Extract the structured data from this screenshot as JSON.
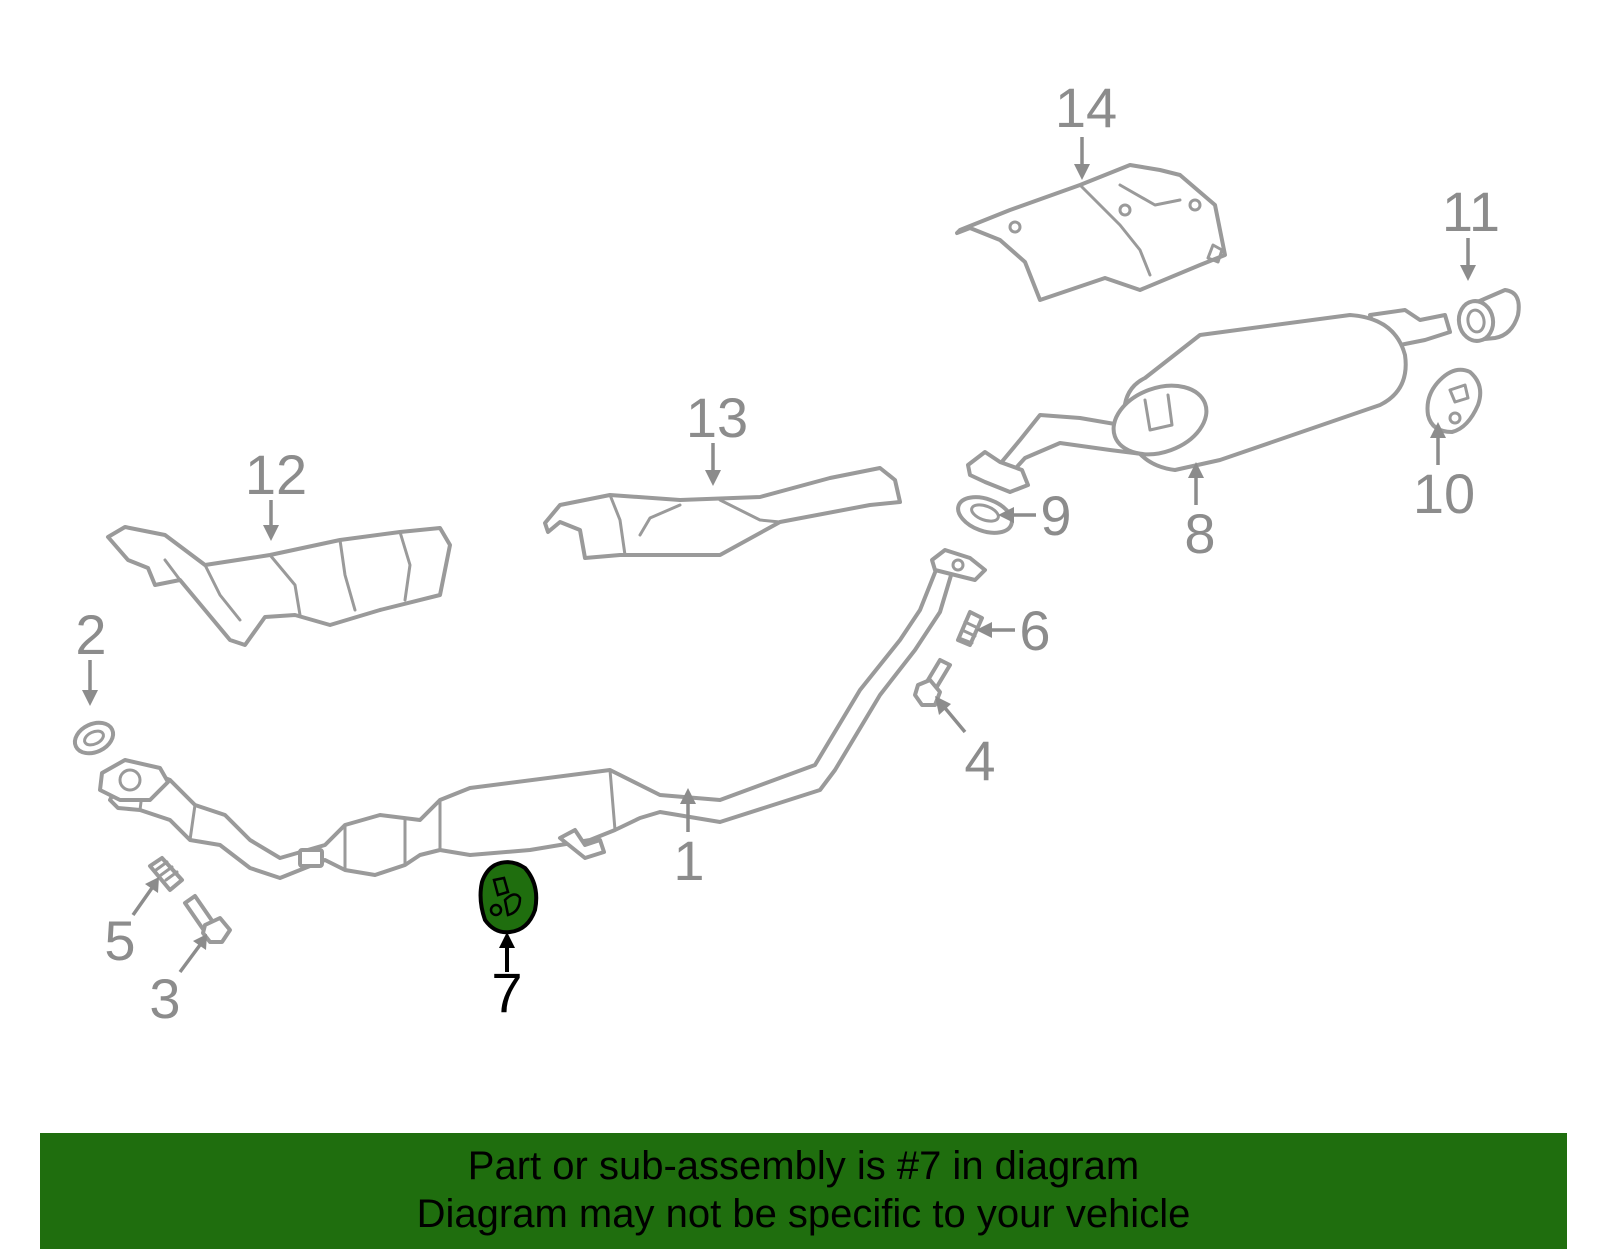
{
  "diagram": {
    "callouts": [
      {
        "number": "1",
        "part": "front exhaust pipe assembly"
      },
      {
        "number": "2",
        "part": "gasket"
      },
      {
        "number": "3",
        "part": "bolt"
      },
      {
        "number": "4",
        "part": "bolt"
      },
      {
        "number": "5",
        "part": "stud"
      },
      {
        "number": "6",
        "part": "stud"
      },
      {
        "number": "7",
        "part": "hanger"
      },
      {
        "number": "8",
        "part": "muffler"
      },
      {
        "number": "9",
        "part": "gasket"
      },
      {
        "number": "10",
        "part": "hanger"
      },
      {
        "number": "11",
        "part": "tail pipe tip"
      },
      {
        "number": "12",
        "part": "heat shield"
      },
      {
        "number": "13",
        "part": "heat shield"
      },
      {
        "number": "14",
        "part": "heat shield"
      }
    ],
    "highlighted_callout": "7",
    "highlight_color": "#1f6e0e",
    "line_color": "#9a9a9a"
  },
  "footer": {
    "line1": "Part or sub-assembly is #7 in diagram",
    "line2": "Diagram may not be specific to your vehicle",
    "background_color": "#1f6e0e"
  }
}
